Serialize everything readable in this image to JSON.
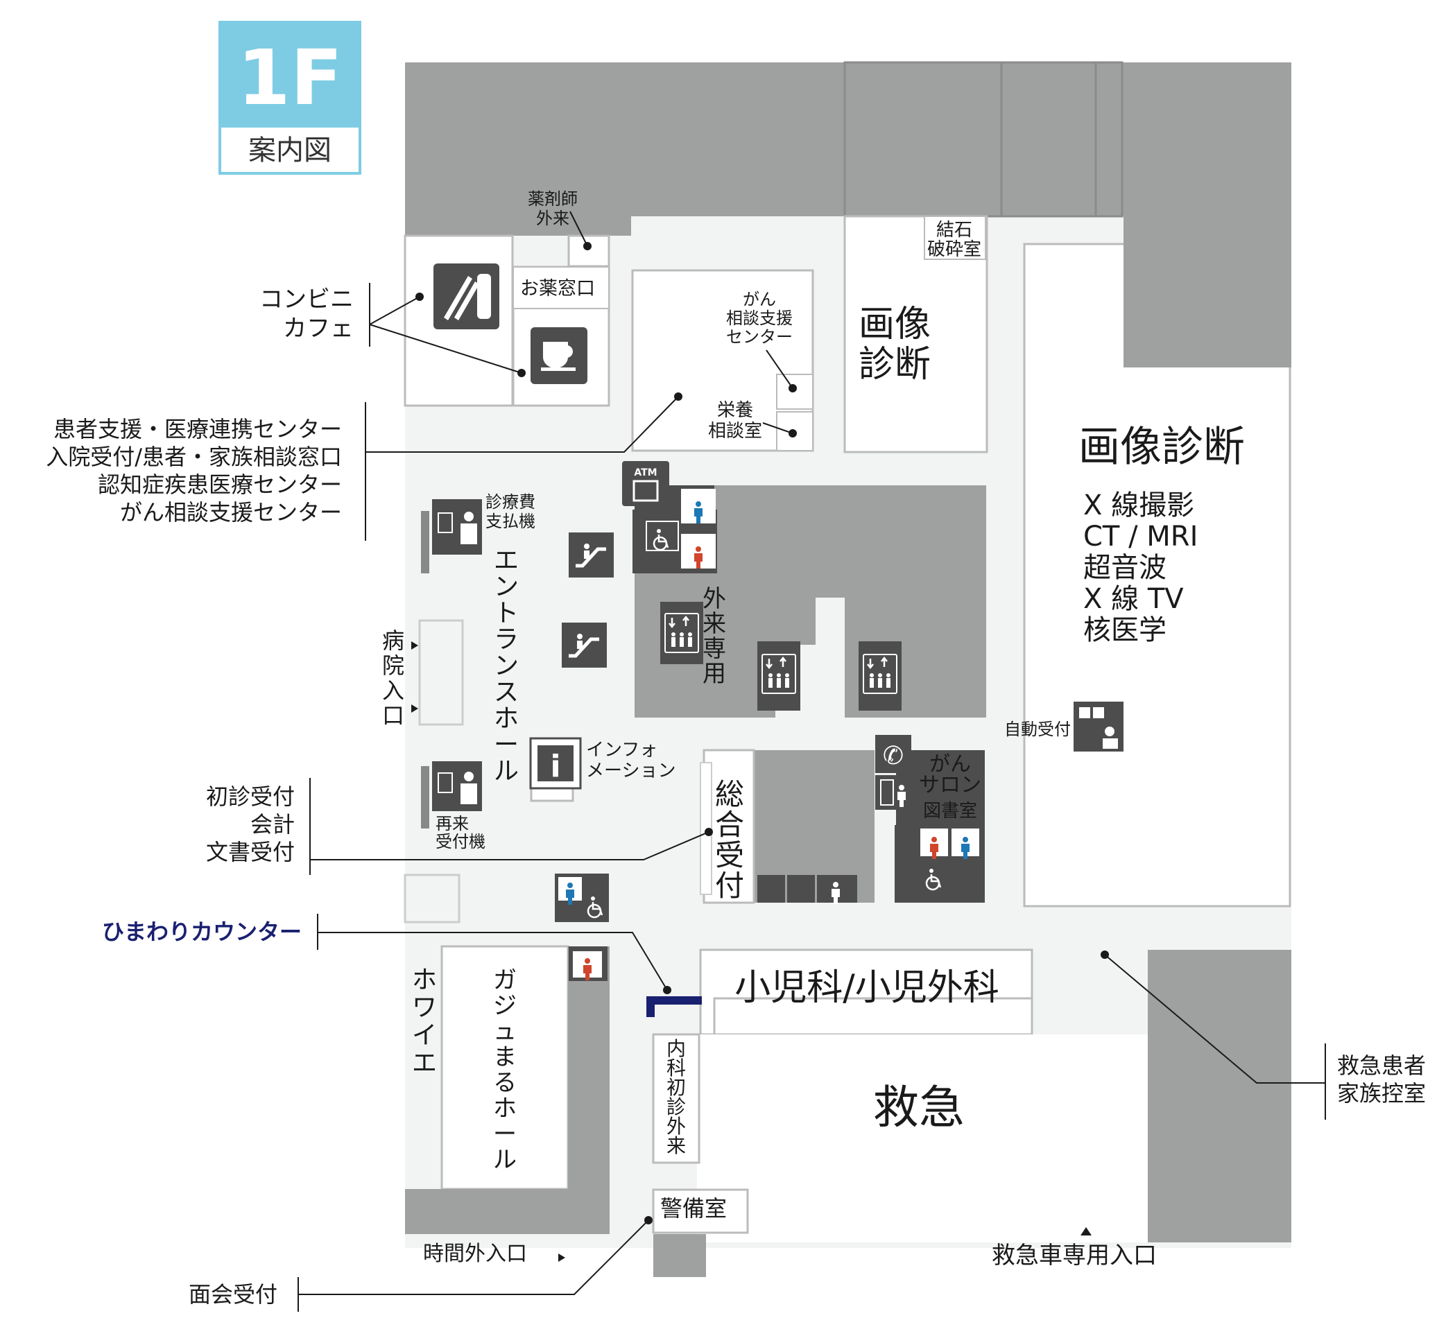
{
  "badge": {
    "floor": "1F",
    "subtitle": "案内図",
    "color": "#7ecce4"
  },
  "colors": {
    "wall": "#9fa0a0",
    "icon_box": "#4d4d4d",
    "corridor": "#f2f3f3",
    "navy": "#1a2070",
    "female": "#d0452c",
    "male": "#1e78b5"
  },
  "rooms": {
    "imaging_small": "画像\n診断",
    "imaging_large_title": "画像診断",
    "imaging_large_items": [
      "X 線撮影",
      "CT / MRI",
      "超音波",
      "X 線 TV",
      "核医学"
    ],
    "pediatrics": "小児科/小児外科",
    "emergency": "救急",
    "internal_med": "内科初診外来",
    "security": "警備室",
    "medicine_window": "お薬窓口",
    "stone_room": "結石\n破砕室",
    "general_reception": "総合受付",
    "cancer_salon_top": "がん\nサロン",
    "library": "図書室",
    "gajumaru_hall": "ガジュまるホール",
    "foyer": "ホワイエ",
    "entrance_hall": "エントランスホール",
    "outpatient_only": "外来専用"
  },
  "labels": {
    "pharmacist": "薬剤師\n外来",
    "cancer_support": "がん\n相談支援\nセンター",
    "nutrition": "栄養\n相談室",
    "payment": "診療費\n支払機",
    "info": "インフォ\nメーション",
    "revisit": "再来\n受付機",
    "auto_reception": "自動受付",
    "hospital_entrance": "病\n院\n入\n口",
    "after_hours": "時間外入口",
    "ambulance_entrance": "救急車専用入口",
    "atm": "ATM"
  },
  "callouts": {
    "conv_cafe": [
      "コンビニ",
      "カフェ"
    ],
    "patient_support": [
      "患者支援・医療連携センター",
      "入院受付/患者・家族相談窓口",
      "認知症疾患医療センター",
      "がん相談支援センター"
    ],
    "first_visit": [
      "初診受付",
      "会計",
      "文書受付"
    ],
    "himawari": "ひまわりカウンター",
    "emergency_family": [
      "救急患者",
      "家族控室"
    ],
    "visitor": "面会受付"
  },
  "icons": [
    "convenience-store-icon",
    "cafe-cup-icon",
    "atm-icon",
    "restroom-male-icon",
    "restroom-female-icon",
    "wheelchair-icon",
    "escalator-icon",
    "elevator-icon",
    "information-icon",
    "phone-icon",
    "vending-machine-icon",
    "payment-machine-icon",
    "nursing-room-icon"
  ]
}
